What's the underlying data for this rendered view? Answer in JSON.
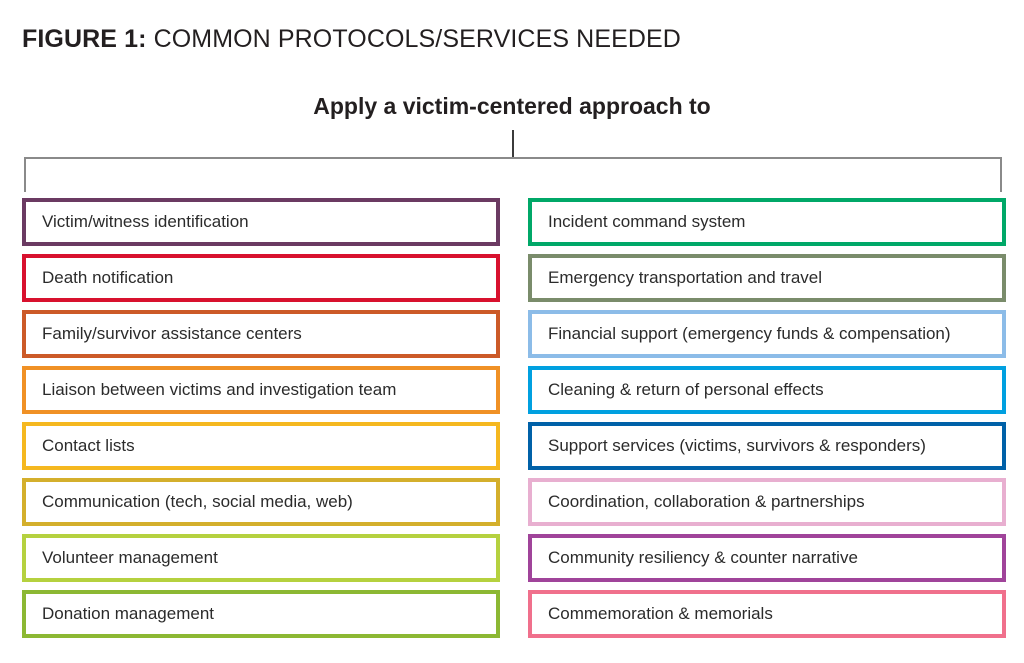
{
  "figure": {
    "title_label": "FIGURE 1:",
    "title_rest": " COMMON PROTOCOLS/SERVICES NEEDED",
    "subtitle": "Apply a victim-centered approach to",
    "bracket_color": "#8a8a8a",
    "stem_color": "#3b3b3b",
    "text_color": "#2b2b2b",
    "background": "#ffffff"
  },
  "columns": {
    "left": {
      "items": [
        {
          "label": "Victim/witness identification",
          "color": "#6B3A62"
        },
        {
          "label": "Death notification",
          "color": "#D8112E"
        },
        {
          "label": "Family/survivor assistance centers",
          "color": "#CC5A28"
        },
        {
          "label": "Liaison between victims and investigation team",
          "color": "#F09125"
        },
        {
          "label": "Contact lists",
          "color": "#F5B820"
        },
        {
          "label": "Communication (tech, social media, web)",
          "color": "#D4AF2C"
        },
        {
          "label": "Volunteer management",
          "color": "#B5D13F"
        },
        {
          "label": "Donation management",
          "color": "#8CB833"
        }
      ]
    },
    "right": {
      "items": [
        {
          "label": "Incident command system",
          "color": "#00A868"
        },
        {
          "label": "Emergency transportation and travel",
          "color": "#7A8C6B"
        },
        {
          "label": "Financial support (emergency funds & compensation)",
          "color": "#8CBCE8"
        },
        {
          "label": "Cleaning & return of personal effects",
          "color": "#00A0E0"
        },
        {
          "label": "Support services (victims, survivors & responders)",
          "color": "#0061A8"
        },
        {
          "label": "Coordination, collaboration & partnerships",
          "color": "#E8AFD0"
        },
        {
          "label": "Community resiliency & counter narrative",
          "color": "#A0449A"
        },
        {
          "label": "Commemoration & memorials",
          "color": "#F0708C"
        }
      ]
    }
  }
}
